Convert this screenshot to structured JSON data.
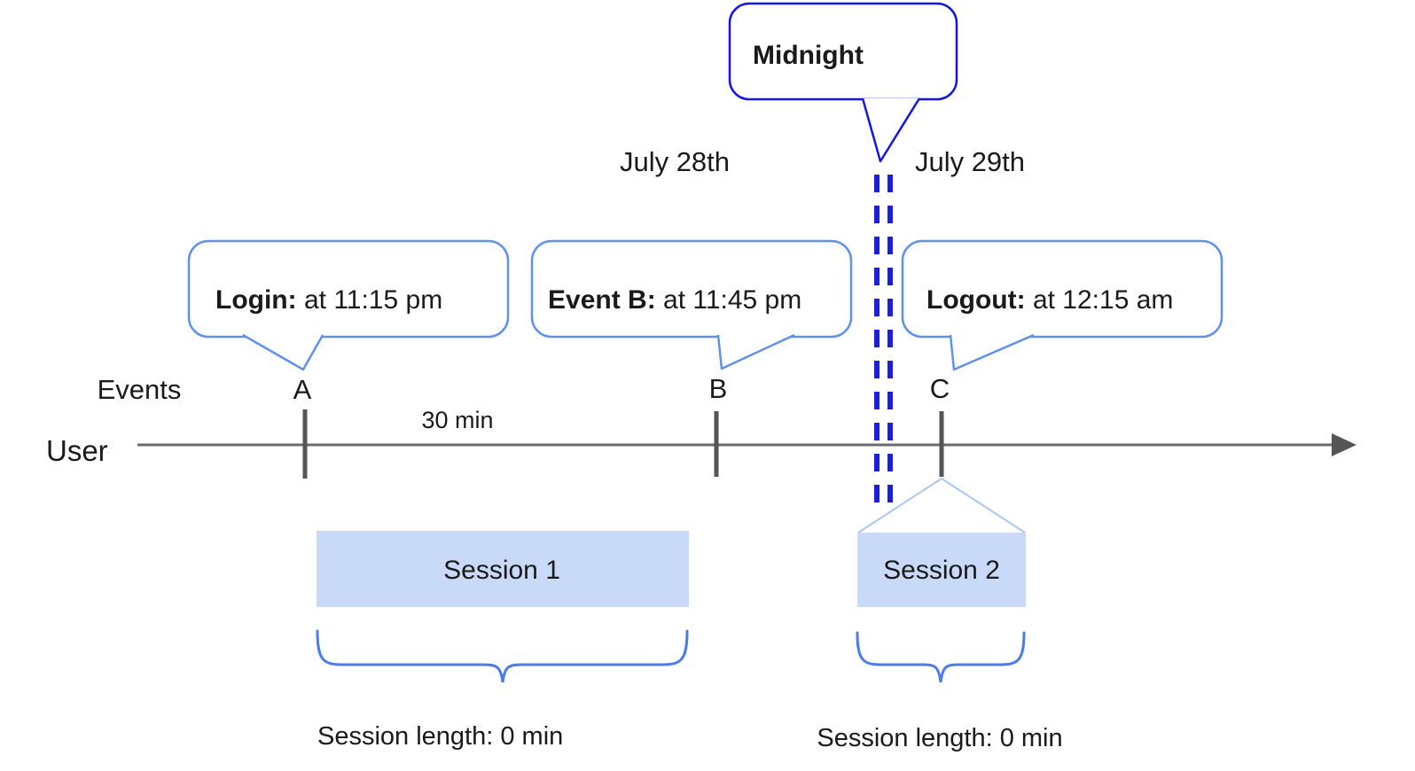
{
  "colors": {
    "midnight_border": "#1217e6",
    "divider_blue": "#1b1edb",
    "callout_border": "#6191ea",
    "brace_blue": "#4a7de8",
    "session_fill": "#c9daf8",
    "connector_blue": "#a9c6f5",
    "axis_gray": "#6b6b6b",
    "tick_gray": "#555555",
    "text": "#1a1a1a"
  },
  "midnight_callout": {
    "label": "Midnight"
  },
  "dates": {
    "left": "July 28th",
    "right": "July 29th"
  },
  "axis": {
    "events_label": "Events",
    "user_label": "User",
    "interval_label": "30 min"
  },
  "markers": {
    "a": "A",
    "b": "B",
    "c": "C"
  },
  "callouts": {
    "login": {
      "title": "Login:",
      "detail": " at 11:15 pm"
    },
    "event_b": {
      "title": "Event B:",
      "detail": " at 11:45 pm"
    },
    "logout": {
      "title": "Logout:",
      "detail": " at 12:15 am"
    }
  },
  "sessions": {
    "s1": {
      "label": "Session 1",
      "length_label": "Session length: 0 min"
    },
    "s2": {
      "label": "Session 2",
      "length_label": "Session length: 0 min"
    }
  }
}
